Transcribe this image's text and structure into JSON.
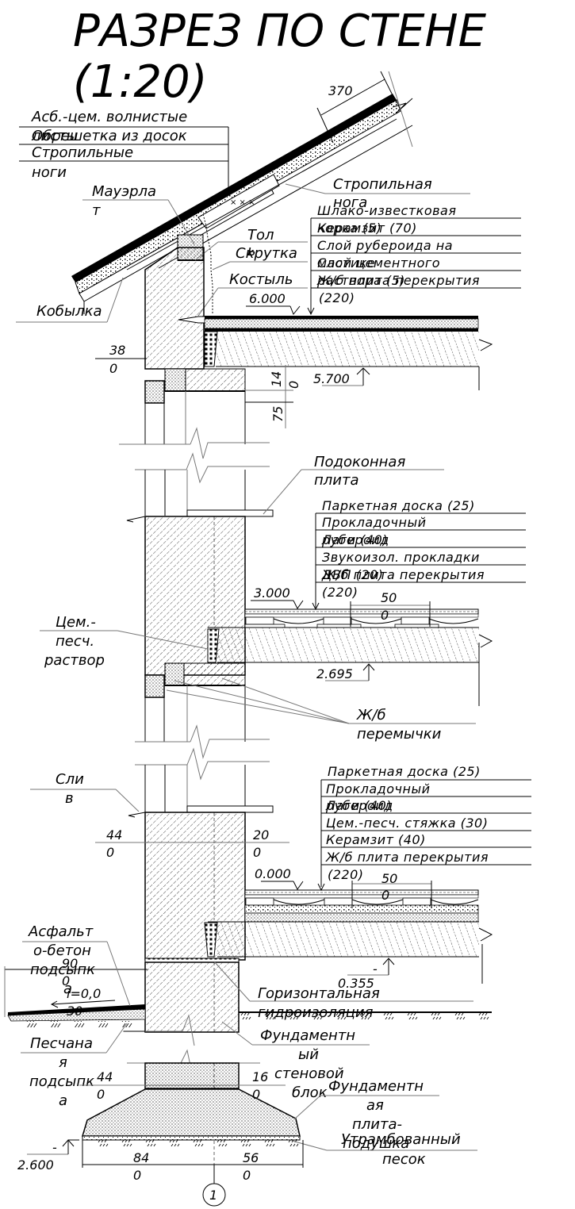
{
  "title": {
    "line1": "РАЗРЕЗ ПО СТЕНЕ",
    "line2": "(1:20)"
  },
  "roof": {
    "dimension": "370",
    "labels": {
      "sheets": "Асб.-цем. волнистые листы",
      "sheets_l1": "Асб.-цем. волнистые",
      "sheets_l2": "листы",
      "lathing": "Обрешетка из досок",
      "rafters_l1": "Стропильные",
      "rafters_l2": "ноги",
      "mauerlat_l1": "Мауэрла",
      "mauerlat_l2": "т",
      "rafter_l1": "Стропильная",
      "rafter_l2": "нога",
      "tol_l1": "Тол",
      "tol_l2": "ь",
      "twist": "Скрутка",
      "crutch": "Костыль",
      "kobylka": "Кобылка"
    },
    "attic_layers": [
      "Шлако-известковая",
      "корка (5)",
      "Керамзит (70)",
      "Слой рубероида на",
      "мастике",
      "Слой цементного",
      "раствора (5)",
      "Ж/б плита перекрытия",
      "(220)"
    ],
    "attic_layer_rows": [
      {
        "a": "Шлако-известковая",
        "b": ""
      },
      {
        "a": "Керамзит (70)",
        "b": "корка (5)"
      },
      {
        "a": "Слой рубероида на",
        "b": ""
      },
      {
        "a": "Слой цементного",
        "b": "мастике"
      },
      {
        "a": "Ж/б плита перекрытия",
        "b": "раствора (5)"
      },
      {
        "a": "(220)",
        "b": ""
      }
    ],
    "level_top": "6.000",
    "level_bottom": "5.700",
    "wall_thickness_l1": "38",
    "wall_thickness_l2": "0",
    "dim_140_l1": "14",
    "dim_140_l2": "0",
    "dim_75": "75"
  },
  "middle_floor": {
    "sill_l1": "Подоконная",
    "sill_l2": "плита",
    "layer_rows": [
      {
        "a": "Паркетная доска (25)",
        "b": ""
      },
      {
        "a": "Прокладочный",
        "b": ""
      },
      {
        "a": "Лаги (40)",
        "b": "рубероид"
      },
      {
        "a": "Звукоизол. прокладки",
        "b": ""
      },
      {
        "a": "Ж/б плита перекрытия",
        "b": "ДВП (20)"
      },
      {
        "a": "(220)",
        "b": ""
      }
    ],
    "level_top": "3.000",
    "level_bottom": "2.695",
    "spacing_l1": "50",
    "spacing_l2": "0",
    "mortar_l1": "Цем.-",
    "mortar_l2": "песч.",
    "mortar_l3": "раствор",
    "lintels_l1": "Ж/б",
    "lintels_l2": "перемычки"
  },
  "ground_floor": {
    "drip_l1": "Сли",
    "drip_l2": "в",
    "dim_left_l1": "44",
    "dim_left_l2": "0",
    "dim_right_l1": "20",
    "dim_right_l2": "0",
    "layer_rows": [
      {
        "a": "Паркетная доска (25)",
        "b": ""
      },
      {
        "a": "Прокладочный",
        "b": ""
      },
      {
        "a": "Лаги (40)",
        "b": "рубероид"
      },
      {
        "a": "Цем.-песч. стяжка (30)",
        "b": ""
      },
      {
        "a": "Керамзит (40)",
        "b": ""
      },
      {
        "a": "Ж/б плита перекрытия",
        "b": ""
      },
      {
        "a": "(220)",
        "b": ""
      }
    ],
    "level_top": "0.000",
    "level_bottom_l1": "-",
    "level_bottom_l2": "0.355",
    "spacing_l1": "50",
    "spacing_l2": "0"
  },
  "foundation": {
    "asphalt_l1": "Асфальт",
    "asphalt_l2": "о-бетон",
    "asphalt_l3": "подсыпк",
    "asphalt_l4": "а",
    "blind_width_l1": "90",
    "blind_width_l2": "0",
    "slope_l1": "i=0,0",
    "slope_l2": "30",
    "sand_l1": "Песчана",
    "sand_l2": "я",
    "sand_l3": "подсыпк",
    "sand_l4": "а",
    "waterproof_l1": "Горизонтальная",
    "waterproof_l2": "гидроизоляция",
    "block_l1": "Фундаментн",
    "block_l2": "ый",
    "block_l3": "стеновой",
    "block_l4": "блок",
    "dim_left_l1": "44",
    "dim_left_l2": "0",
    "dim_right_l1": "16",
    "dim_right_l2": "0",
    "slab_l1": "Фундаментн",
    "slab_l2": "ая",
    "slab_l3": "плита-",
    "slab_l4": "подушка",
    "compacted_l1": "Утрамбованный",
    "compacted_l2": "песок",
    "level_l1": "-",
    "level_l2": "2.600",
    "dim_840_l1": "84",
    "dim_840_l2": "0",
    "dim_560_l1": "56",
    "dim_560_l2": "0",
    "axis_mark": "1"
  }
}
